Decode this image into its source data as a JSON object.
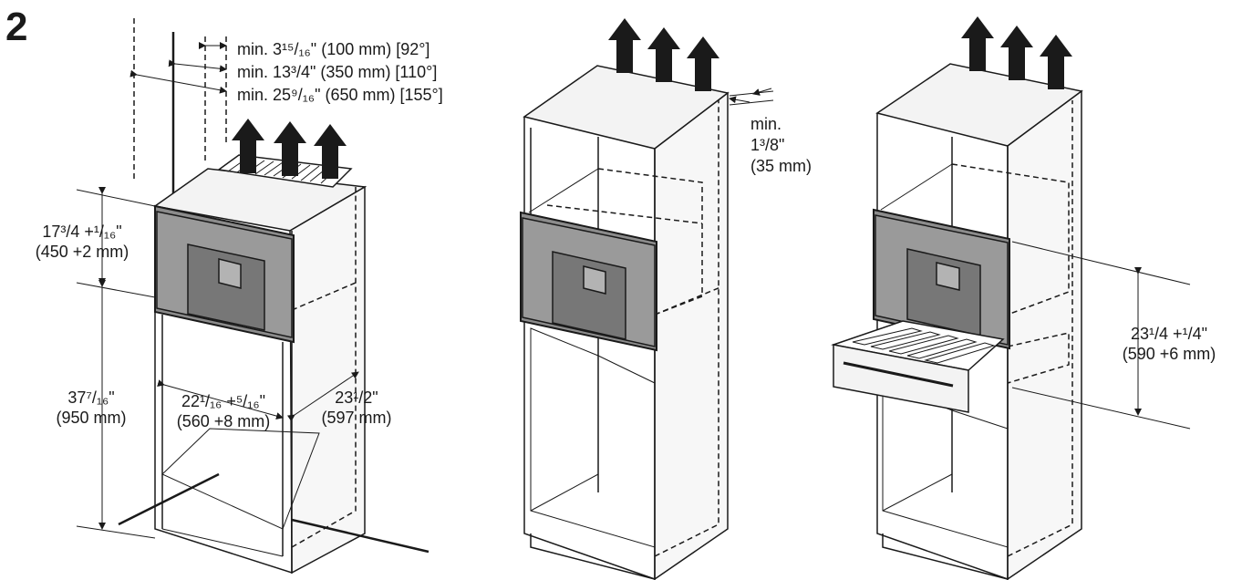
{
  "step_number": "2",
  "clearances": {
    "line1": "min. 3¹⁵/₁₆\" (100 mm) [92°]",
    "line2": "min. 13³/4\" (350 mm) [110°]",
    "line3": "min. 25⁹/₁₆\" (650 mm) [155°]"
  },
  "dims": {
    "appliance_height_in": "17³/4 +¹/₁₆\"",
    "appliance_height_mm": "(450 +2 mm)",
    "floor_height_in": "37⁷/₁₆\"",
    "floor_height_mm": "(950 mm)",
    "niche_width_in": "22¹/₁₆ +⁵/₁₆\"",
    "niche_width_mm": "(560 +8 mm)",
    "niche_depth_in": "23¹/2\"",
    "niche_depth_mm": "(597 mm)",
    "vent_gap_1": "min.",
    "vent_gap_2": "1³/8\"",
    "vent_gap_3": "(35 mm)",
    "drawer_height_in": "23¹/4 +¹/4\"",
    "drawer_height_mm": "(590 +6 mm)"
  },
  "colors": {
    "line": "#1a1a1a",
    "cabinet_fill": "#f3f3f3",
    "appliance_frame": "#8c8c8c",
    "appliance_dark": "#6f6f6f"
  }
}
